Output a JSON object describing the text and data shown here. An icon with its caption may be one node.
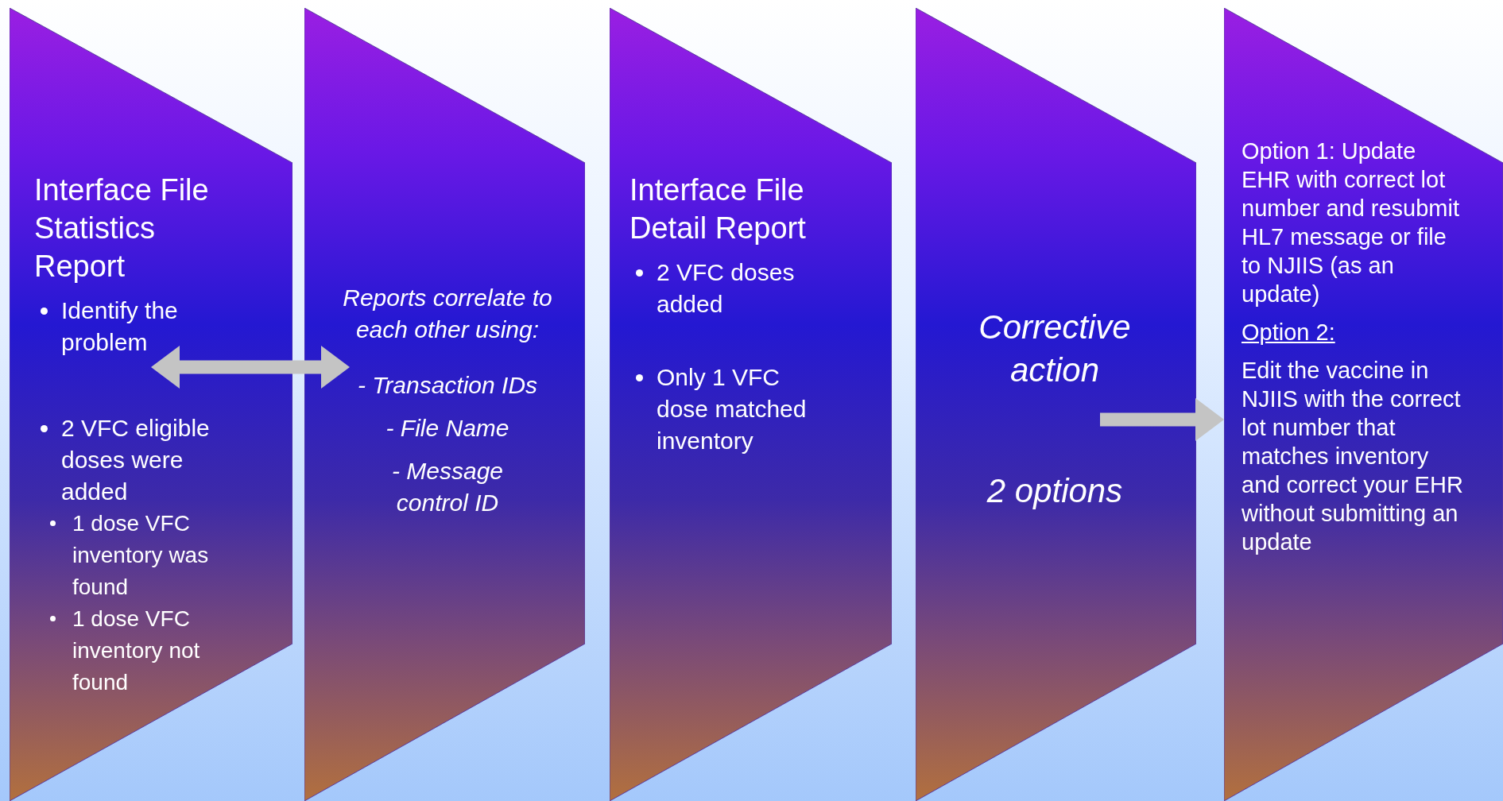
{
  "diagram": {
    "nodes": [
      {
        "text": [
          "Interface File Statistics Report",
          "Identify the problem",
          "2 VFC eligible doses were added",
          "1 dose VFC inventory was found",
          "1 dose VFC inventory not found"
        ]
      },
      {
        "text": [
          "Reports correlate to each other using:",
          "- Transaction IDs",
          "- File Name",
          "- Message control ID"
        ]
      },
      {
        "text": [
          "Interface File Detail Report",
          "2 VFC doses added",
          "Only 1 VFC dose matched inventory"
        ]
      },
      {
        "text": [
          "Corrective action",
          "2 options"
        ]
      },
      {
        "text": [
          "Option 1: Update EHR with correct lot number and resubmit HL7 message or file to NJIIS (as an update)",
          "Option 2:",
          "Edit the vaccine in NJIIS with the correct lot number that matches inventory and correct your EHR without submitting an update"
        ]
      }
    ],
    "edges": [
      {
        "from": 0,
        "to": 1,
        "arrow": "both"
      },
      {
        "from": 3,
        "to": 4,
        "arrow": "to"
      }
    ]
  }
}
